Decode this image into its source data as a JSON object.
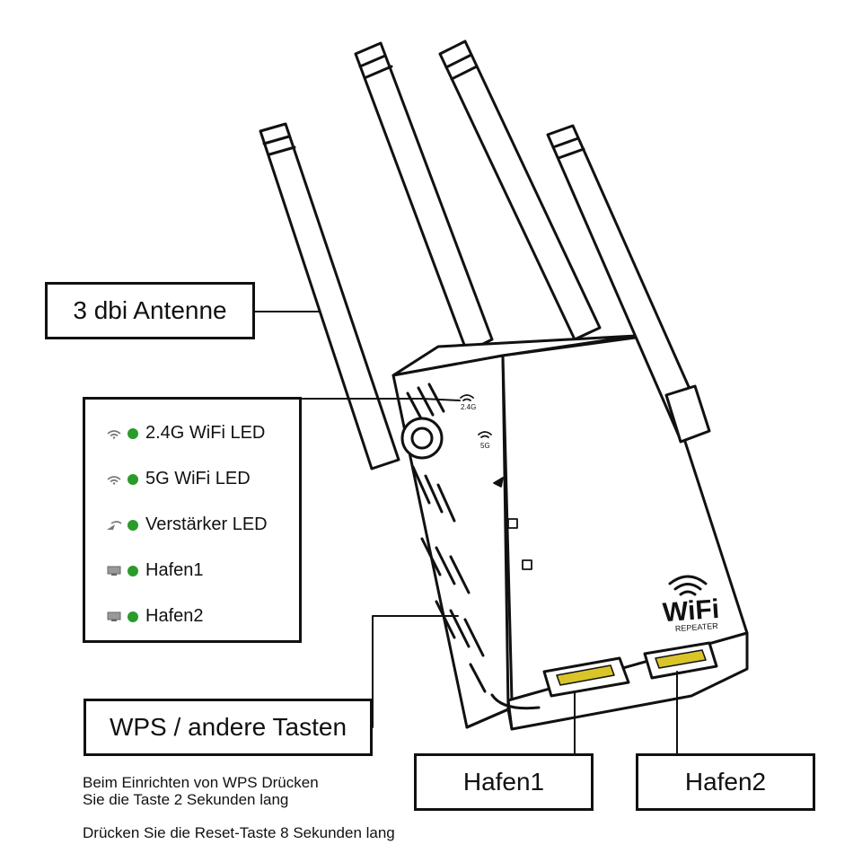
{
  "callouts": {
    "antenna": "3 dbi Antenne",
    "wps": "WPS / andere Tasten",
    "port1": "Hafen1",
    "port2": "Hafen2"
  },
  "led_legend": [
    {
      "icon": "wifi-icon",
      "label": "2.4G WiFi LED"
    },
    {
      "icon": "wifi-icon",
      "label": "5G WiFi LED"
    },
    {
      "icon": "repeater-signal-icon",
      "label": "Verstärker LED"
    },
    {
      "icon": "monitor-icon",
      "label": "Hafen1"
    },
    {
      "icon": "monitor-icon",
      "label": "Hafen2"
    }
  ],
  "device": {
    "logo_main": "WiFi",
    "logo_sub": "REPEATER",
    "led_24g_label": "2.4G",
    "led_5g_label": "5G"
  },
  "notes": {
    "wps_line1": "Beim Einrichten von WPS Drücken",
    "wps_line2": "Sie die Taste 2 Sekunden lang",
    "reset": "Drücken Sie die Reset-Taste 8 Sekunden lang"
  },
  "colors": {
    "led_green": "#2a9b2a",
    "line": "#111111",
    "icon_gray": "#777777"
  }
}
